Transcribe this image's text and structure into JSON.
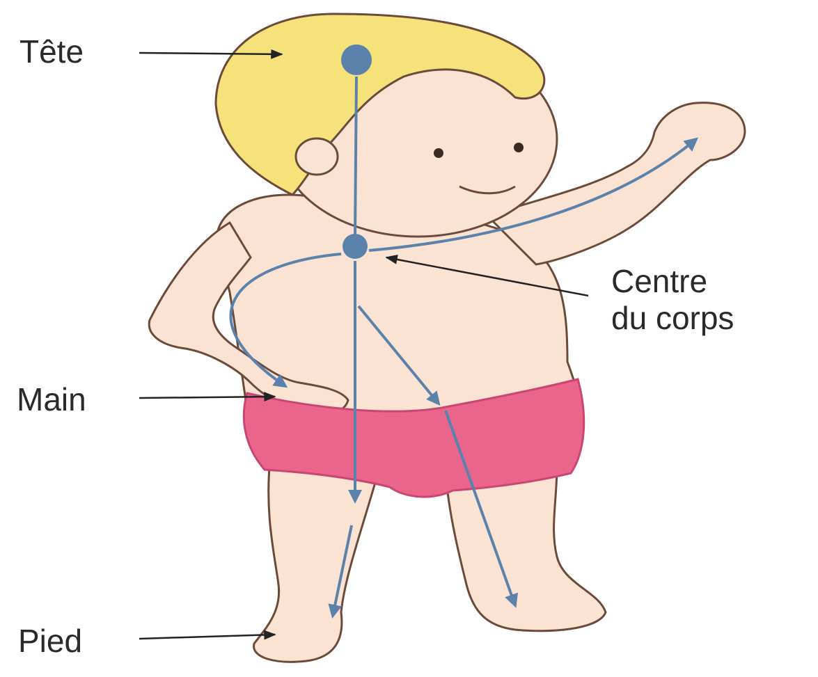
{
  "labels": {
    "head": "Tête",
    "center_line1": "Centre",
    "center_line2": "du corps",
    "hand": "Main",
    "foot": "Pied"
  },
  "colors": {
    "skin": "#fbe3d4",
    "skin_shadow": "#f2c7b6",
    "hair": "#f6e27a",
    "diaper": "#e9658c",
    "diaper_shadow": "#c94673",
    "arrow": "#5b82aa",
    "outline": "#6b4a3a",
    "leader": "#222222"
  }
}
